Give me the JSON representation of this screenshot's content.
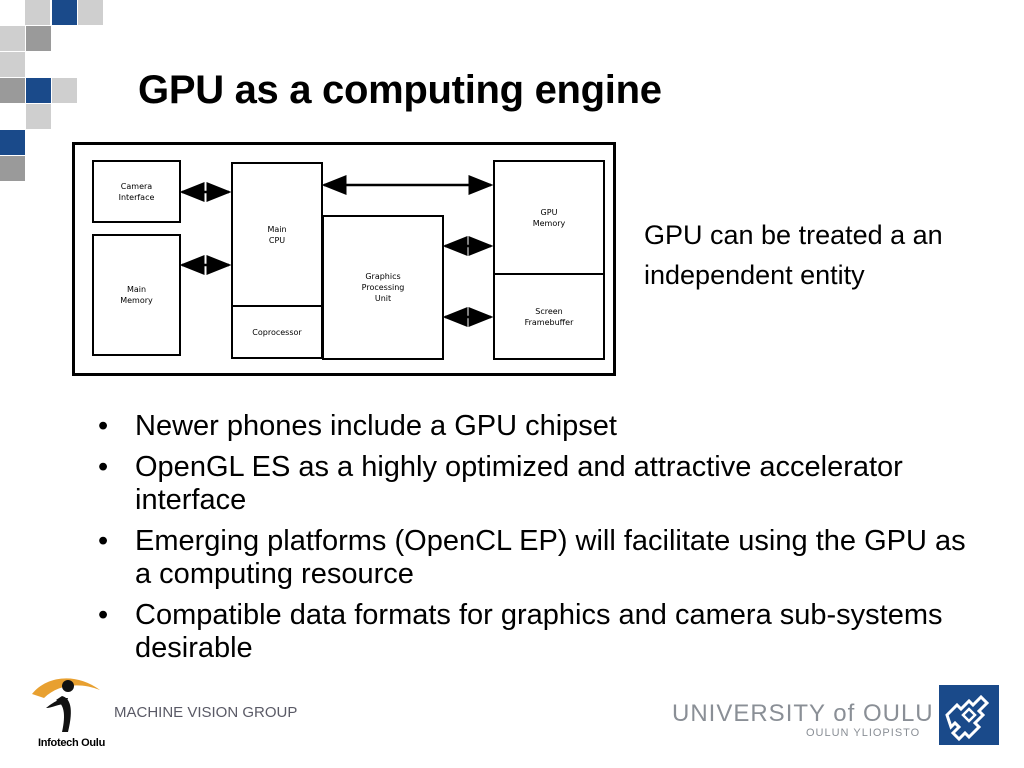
{
  "colors": {
    "navy": "#1a4a8a",
    "gray_dark": "#9a9a9a",
    "gray_light": "#cfcfcf",
    "footer_text": "#5a5a66",
    "uni_gray": "#8a8f96",
    "logo_orange": "#e8a030"
  },
  "slide": {
    "title": "GPU as a computing engine"
  },
  "diagram": {
    "blocks": {
      "camera": "Camera\nInterface",
      "main_memory": "Main\nMemory",
      "main_cpu": "Main\nCPU",
      "coprocessor": "Coprocessor",
      "gpu": "Graphics\nProcessing\nUnit",
      "gpu_memory": "GPU\nMemory",
      "screen_framebuffer": "Screen\nFramebuffer"
    }
  },
  "side_note": "GPU can be treated a an independent entity",
  "bullets": [
    "Newer phones include a GPU chipset",
    "OpenGL ES as a highly optimized and attractive accelerator interface",
    "Emerging platforms (OpenCL EP) will facilitate using the GPU as a computing resource",
    "Compatible data formats for graphics and camera sub-systems desirable"
  ],
  "bullet_glyph": "•",
  "footer": {
    "group_label": "MACHINE VISION GROUP",
    "infotech_label": "Infotech Oulu",
    "university_name": "UNIVERSITY of OULU",
    "university_sub": "OULUN YLIOPISTO"
  }
}
